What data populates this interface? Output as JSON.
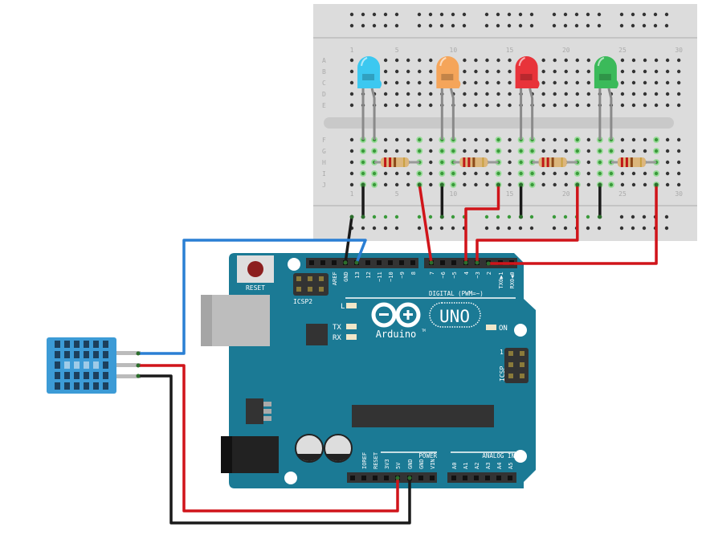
{
  "breadboard": {
    "row_labels_top": [
      "A",
      "B",
      "C",
      "D",
      "E"
    ],
    "row_labels_bottom": [
      "F",
      "G",
      "H",
      "I",
      "J"
    ],
    "column_numbers": [
      "1",
      "5",
      "10",
      "15",
      "20",
      "25",
      "30"
    ]
  },
  "leds": [
    {
      "color": "#3cc8f0",
      "name": "blue"
    },
    {
      "color": "#f5a55a",
      "name": "orange"
    },
    {
      "color": "#e8333a",
      "name": "red"
    },
    {
      "color": "#3bba5a",
      "name": "green"
    }
  ],
  "arduino": {
    "reset_label": "RESET",
    "icsp2_label": "ICSP2",
    "icsp_label": "ICSP",
    "icsp_pin1": "1",
    "digital_pins": [
      "AREF",
      "GND",
      "13",
      "12",
      "~11",
      "~10",
      "~9",
      "8",
      "7",
      "~6",
      "~5",
      "4",
      "~3",
      "2",
      "TX0▶1",
      "RX0◀0"
    ],
    "digital_label": "DIGITAL (PWM=~)",
    "led_l": "L",
    "led_tx": "TX",
    "led_rx": "RX",
    "led_on": "ON",
    "brand": "Arduino",
    "trademark": "TM",
    "model": "UNO",
    "power_label": "POWER",
    "power_pins": [
      "IOREF",
      "RESET",
      "3V3",
      "5V",
      "GND",
      "GND",
      "VIN"
    ],
    "analog_label": "ANALOG IN",
    "analog_pins": [
      "A0",
      "A1",
      "A2",
      "A3",
      "A4",
      "A5"
    ],
    "board_color": "#1b7a95"
  },
  "wire_colors": {
    "signal": "#d0141a",
    "ground": "#1a1a1a",
    "data": "#2a7fd4"
  }
}
